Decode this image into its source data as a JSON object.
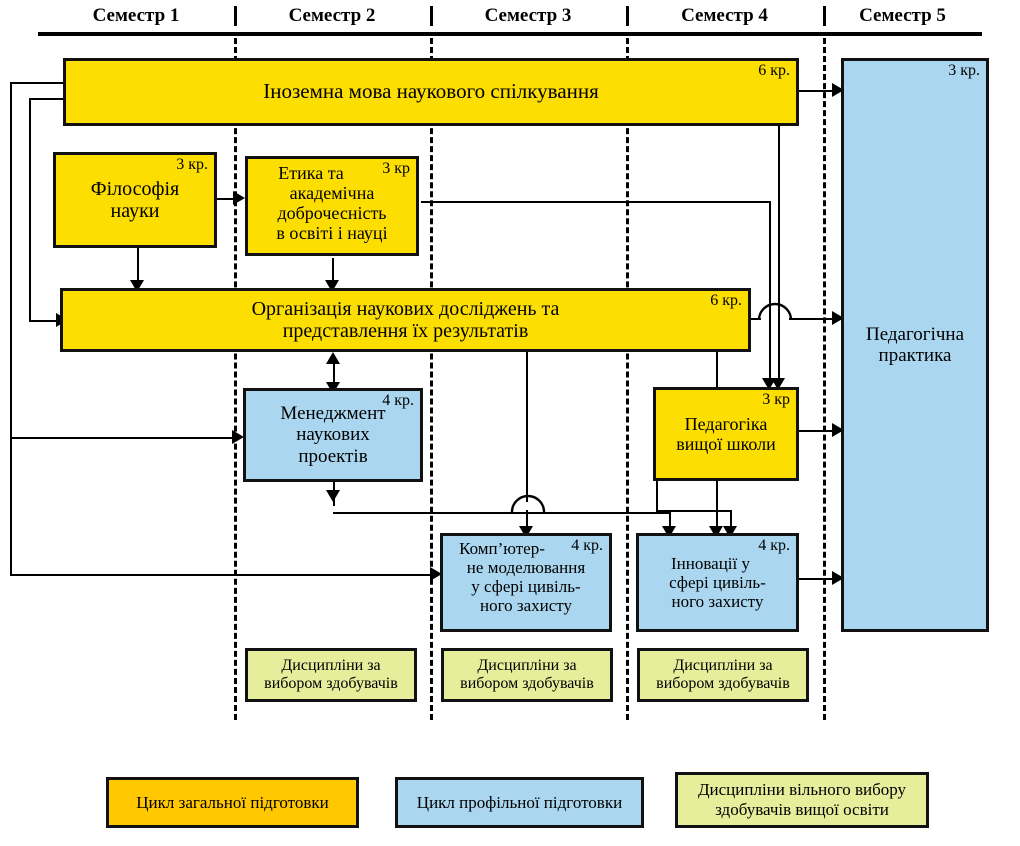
{
  "header": {
    "semesters": [
      {
        "label": "Семестр 1"
      },
      {
        "label": "Семестр 2"
      },
      {
        "label": "Семестр 3"
      },
      {
        "label": "Семестр 4"
      },
      {
        "label": "Семестр 5"
      }
    ]
  },
  "nodes": {
    "foreign_language": {
      "title": "Іноземна мова наукового спілкування",
      "credits": "6 кр."
    },
    "philosophy": {
      "title": "Філософія\nнауки",
      "line1": "Філософія",
      "line2": "науки",
      "credits": "3 кр."
    },
    "ethics": {
      "line1": "Етика та",
      "line2": "академічна",
      "line3": "доброчесність",
      "line4": "в освіті і науці",
      "credits": "3 кр"
    },
    "research_org": {
      "line1": "Організація наукових досліджень та",
      "line2": "представлення їх результатів",
      "credits": "6 кр."
    },
    "management": {
      "line1": "Менеджмент",
      "line2": "наукових",
      "line3": "проектів",
      "credits": "4 кр."
    },
    "pedagogy": {
      "line1": "Педагогіка",
      "line2": "вищої школи",
      "credits": "3 кр"
    },
    "computer_modeling": {
      "line1": "Комп’ютер-",
      "line2": "не моделювання",
      "line3": "у сфері цивіль-",
      "line4": "ного захисту",
      "credits": "4 кр."
    },
    "innovations": {
      "line1": "Інновації у",
      "line2": "сфері цивіль-",
      "line3": "ного захисту",
      "credits": "4 кр."
    },
    "pedagogical_practice": {
      "line1": "Педагогічна",
      "line2": "практика",
      "credits": "3 кр."
    },
    "electives": [
      {
        "line1": "Дисципліни за",
        "line2": "вибором здобувачів"
      },
      {
        "line1": "Дисципліни за",
        "line2": "вибором здобувачів"
      },
      {
        "line1": "Дисципліни за",
        "line2": "вибором здобувачів"
      }
    ]
  },
  "legend": [
    {
      "label": "Цикл загальної підготовки",
      "color": "#FFC800"
    },
    {
      "label": "Цикл профільної підготовки",
      "color": "#AAD7EF"
    },
    {
      "line1": "Дисципліни вільного вибору",
      "line2": "здобувачів вищої освіти",
      "color": "#E6EE9C"
    }
  ],
  "colors": {
    "general_cycle": "#FFC800",
    "profile_cycle": "#AAD7EF",
    "free_choice": "#E6EE9C",
    "mandatory_yellow": "#FCDE00",
    "outline": "#111111"
  }
}
